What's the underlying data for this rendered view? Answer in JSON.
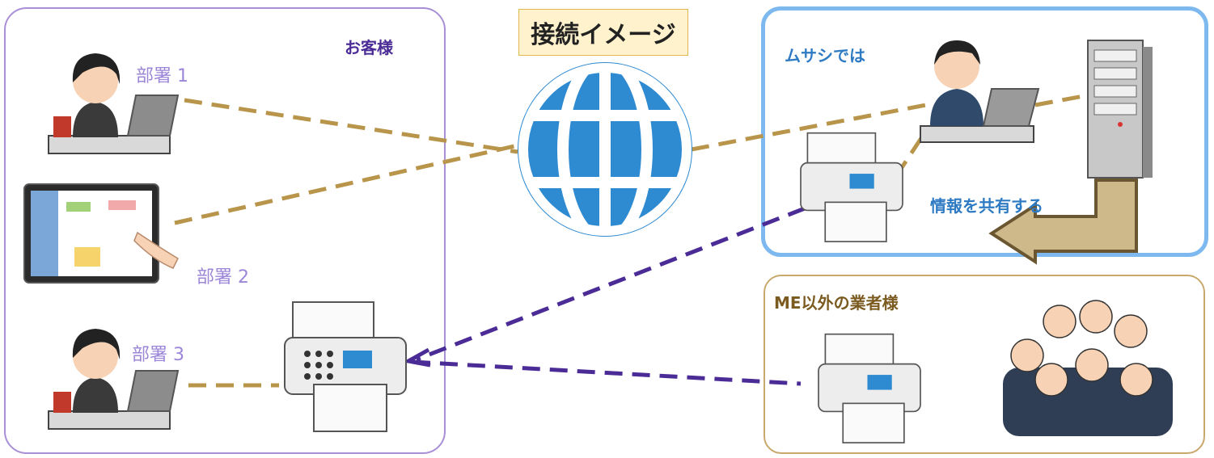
{
  "title": "接続イメージ",
  "customer": {
    "label": "お客様",
    "departments": [
      "部署 1",
      "部署 2",
      "部署 3"
    ]
  },
  "musashi": {
    "label": "ムサシでは",
    "share_label": "情報を共有する"
  },
  "other_vendor": {
    "label": "ME以外の業者様"
  },
  "colors": {
    "customer_border": "#a98fd6",
    "musashi_border": "#7db9ef",
    "vendor_border": "#c9a86c",
    "internet_line": "#b8954a",
    "fax_line": "#4b2c96",
    "globe": "#2e8ad1",
    "share_arrow": "#cdb98a"
  },
  "icons": [
    "globe-icon",
    "person-laptop-icon",
    "tablet-icon",
    "fax-icon",
    "server-icon",
    "crowd-icon"
  ]
}
